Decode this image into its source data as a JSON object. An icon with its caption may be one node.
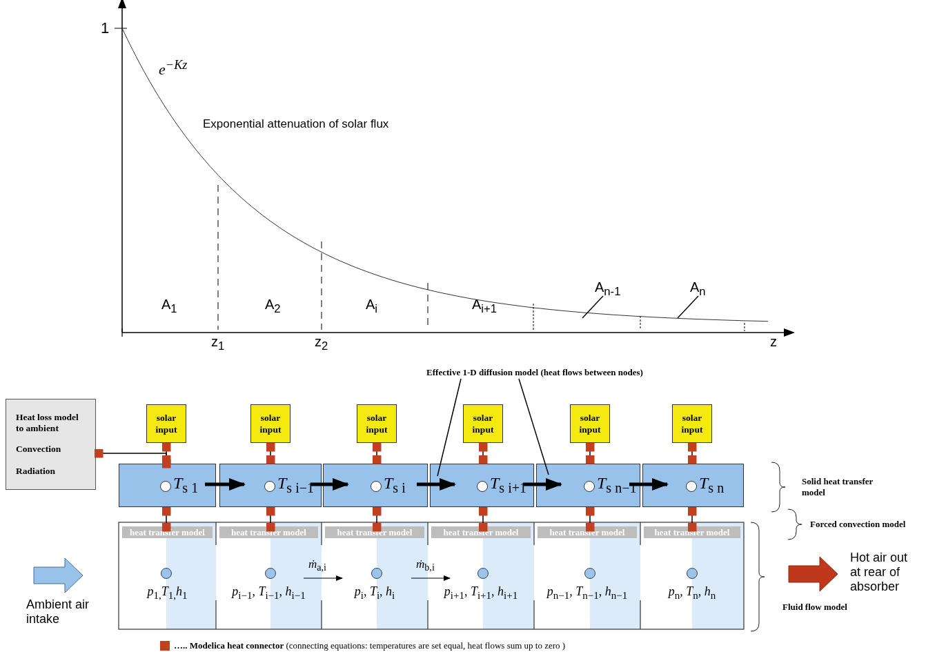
{
  "diagram": {
    "nodes": [
      {
        "text": [
          "A$_{n-1}$"
        ]
      },
      {
        "text": [
          "A$_{n}$"
        ]
      },
      {
        "text": [
          "Effective 1-D diffusion model (heat flows between nodes)"
        ]
      },
      {
        "text": [
          "Heat loss model to ambient",
          "Convection",
          "Radiation"
        ]
      },
      {
        "text": [
          "solar input"
        ]
      },
      {
        "text": [
          "solar input"
        ]
      },
      {
        "text": [
          "solar input"
        ]
      },
      {
        "text": [
          "solar input"
        ]
      },
      {
        "text": [
          "solar input"
        ]
      },
      {
        "text": [
          "solar input"
        ]
      },
      {
        "text": [
          "*T*$_{s  1}$"
        ]
      },
      {
        "text": [
          "*T*$_{s  i−1}$"
        ]
      },
      {
        "text": [
          "*T*$_{s  i}$"
        ]
      },
      {
        "text": [
          "*T*$_{s  i+1}$"
        ]
      },
      {
        "text": [
          "*T*$_{s  n−1}$"
        ]
      },
      {
        "text": [
          "*T*$_{s  n}$"
        ]
      },
      {
        "text": [
          "Ambient air intake"
        ]
      },
      {
        "text": [
          "*p*$_{1,}$*T*$_{1,}$*h*$_{1}$"
        ]
      },
      {
        "text": [
          "heat transfer model"
        ],
        "in": 17
      },
      {
        "text": [
          "*p*$_{i−1}$, *T*$_{i−1}$, *h*$_{i−1}$"
        ]
      },
      {
        "text": [
          "heat transfer model"
        ],
        "in": 19
      },
      {
        "text": [
          "*p*$_{i}$, *T*$_{i}$, *h*$_{i}$"
        ]
      },
      {
        "text": [
          "heat transfer model"
        ],
        "in": 21
      },
      {
        "text": [
          "*p*$_{i+1}$, *T*$_{i+1}$, *h*$_{i+1}$"
        ]
      },
      {
        "text": [
          "heat transfer model"
        ],
        "in": 23
      },
      {
        "text": [
          "*p*$_{n−1}$, *T*$_{n−1}$, *h*$_{n−1}$"
        ]
      },
      {
        "text": [
          "heat transfer model"
        ],
        "in": 25
      },
      {
        "text": [
          "*p*$_{n}$, *T*$_{n}$, *h*$_{n}$"
        ]
      },
      {
        "text": [
          "heat transfer model"
        ],
        "in": 27
      },
      {
        "text": [
          "Hot air out at rear of absorber"
        ]
      }
    ],
    "edges": [
      {
        "from": 0,
        "to": null,
        "arrow": "none"
      },
      {
        "from": 1,
        "to": null,
        "arrow": "none"
      },
      {
        "from": 2,
        "to": 13,
        "arrow": "none"
      },
      {
        "from": 2,
        "to": 14,
        "arrow": "none"
      },
      {
        "from": 3,
        "to": 10,
        "arrow": "other"
      },
      {
        "from": 4,
        "to": 10,
        "arrow": "other"
      },
      {
        "from": 5,
        "to": 11,
        "arrow": "other"
      },
      {
        "from": 6,
        "to": 12,
        "arrow": "other"
      },
      {
        "from": 7,
        "to": 13,
        "arrow": "other"
      },
      {
        "from": 8,
        "to": 14,
        "arrow": "other"
      },
      {
        "from": 9,
        "to": 15,
        "arrow": "other"
      },
      {
        "from": 10,
        "to": 18,
        "arrow": "other"
      },
      {
        "from": 11,
        "to": 20,
        "arrow": "other"
      },
      {
        "from": 12,
        "to": 22,
        "arrow": "other"
      },
      {
        "from": 13,
        "to": 24,
        "arrow": "other"
      },
      {
        "from": 14,
        "to": 26,
        "arrow": "other"
      },
      {
        "from": 15,
        "to": 28,
        "arrow": "other"
      },
      {
        "from": 10,
        "to": 11,
        "arrow": "to",
        "style": "thick"
      },
      {
        "from": 11,
        "to": 12,
        "arrow": "to",
        "style": "thick"
      },
      {
        "from": 12,
        "to": 13,
        "arrow": "to",
        "style": "thick"
      },
      {
        "from": 13,
        "to": 14,
        "arrow": "to",
        "style": "thick"
      },
      {
        "from": 14,
        "to": 15,
        "arrow": "to",
        "style": "thick"
      }
    ],
    "labels": [
      "1",
      "e$^{−Kz}$",
      "Exponential attenuation of solar flux",
      "A$_{1}$",
      "A$_{2}$",
      "A$_{i}$",
      "A$_{i+1}$",
      "z$_{1}$",
      "z$_{2}$",
      "z",
      "Solid heat transfer model",
      "Forced convection model",
      "*ṁ*$_{a,i}$",
      "*ṁ*$_{b,i}$",
      "Fluid flow model"
    ],
    "legend": [
      {
        "text": "**….. Modelica heat connector** (connecting equations: temperatures are set equal, heat flows sum up to zero )",
        "color": "#c0401f"
      }
    ]
  }
}
